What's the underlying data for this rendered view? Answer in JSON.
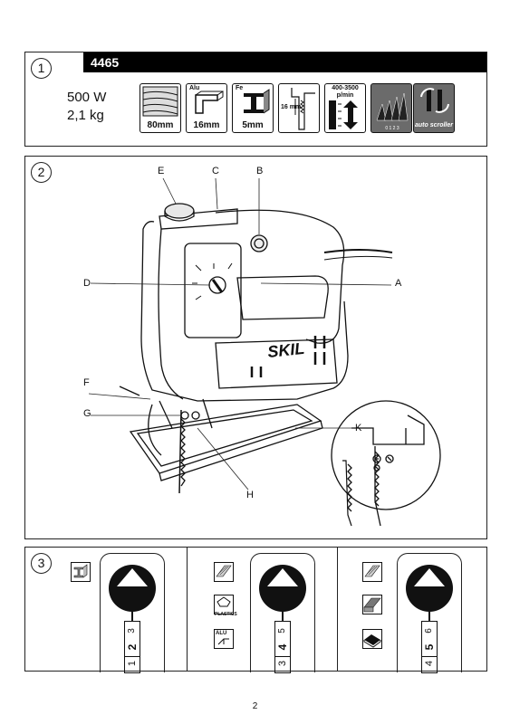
{
  "panel1": {
    "number": "1",
    "model": "4465",
    "power": "500 W",
    "weight": "2,1 kg",
    "icons": [
      {
        "name": "wood-capacity-icon",
        "label": "80mm"
      },
      {
        "name": "aluminium-capacity-icon",
        "label": "16mm",
        "tag": "Alu"
      },
      {
        "name": "steel-capacity-icon",
        "label": "5mm",
        "tag": "Fe"
      },
      {
        "name": "stroke-length-icon",
        "label": "16 mm"
      },
      {
        "name": "stroke-rate-icon",
        "label": "400-3500 p/min"
      },
      {
        "name": "orbital-settings-icon",
        "label": ""
      },
      {
        "name": "auto-scroller-icon",
        "label": "auto scroller"
      }
    ]
  },
  "panel2": {
    "number": "2",
    "brand": "SKIL",
    "callouts": {
      "A": "A",
      "B": "B",
      "C": "C",
      "D": "D",
      "E": "E",
      "F": "F",
      "G": "G",
      "H": "H",
      "K": "K"
    }
  },
  "panel3": {
    "number": "3",
    "groups": [
      {
        "scale": [
          "1",
          "2",
          "3"
        ],
        "selected": "2",
        "materials": [
          "steel"
        ]
      },
      {
        "scale": [
          "3",
          "4",
          "5"
        ],
        "selected": "4",
        "materials": [
          "wood",
          "plastics",
          "alu"
        ],
        "labels": [
          "PLASTICS",
          "ALU"
        ]
      },
      {
        "scale": [
          "4",
          "5",
          "6"
        ],
        "selected": "5",
        "materials": [
          "wood",
          "chipboard",
          "laminate"
        ]
      }
    ]
  },
  "page_number": "2"
}
